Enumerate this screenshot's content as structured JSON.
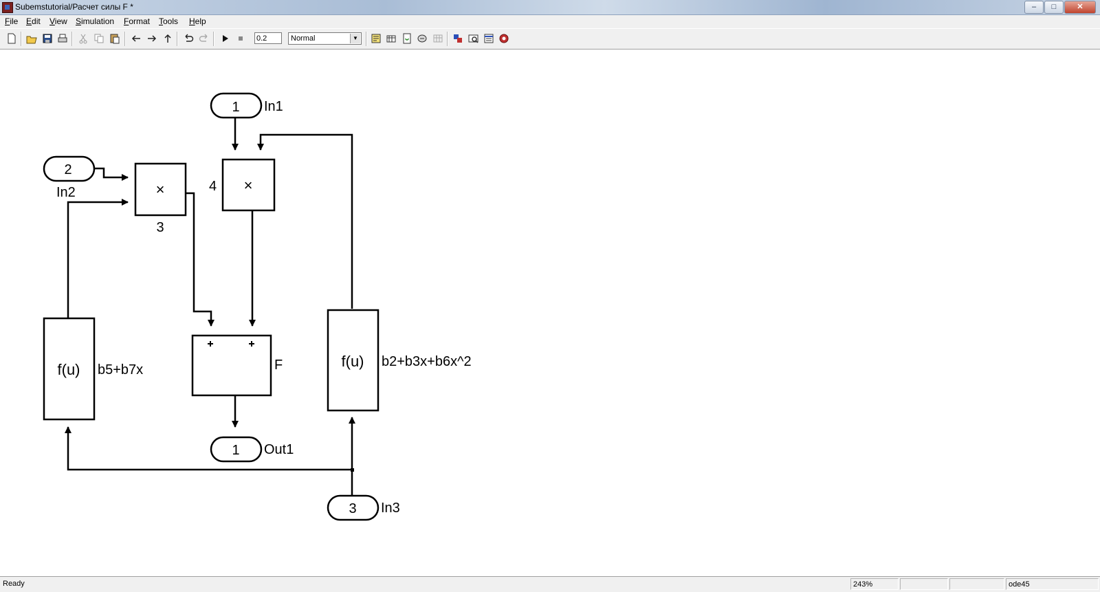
{
  "window": {
    "title": "Subemstutorial/Расчет силы F *",
    "minimize": "–",
    "maximize": "□",
    "close": "✕"
  },
  "menu": [
    {
      "label": "File",
      "key": "F",
      "rest": "ile"
    },
    {
      "label": "Edit",
      "key": "E",
      "rest": "dit"
    },
    {
      "label": "View",
      "key": "V",
      "rest": "iew"
    },
    {
      "label": "Simulation",
      "key": "S",
      "rest": "imulation"
    },
    {
      "label": "Format",
      "key": "F",
      "rest": "ormat"
    },
    {
      "label": "Tools",
      "key": "T",
      "rest": "ools"
    },
    {
      "label": "Help",
      "key": "H",
      "rest": "elp"
    }
  ],
  "toolbar": {
    "icons": [
      "new-model-icon",
      "open-icon",
      "save-icon",
      "print-icon",
      "cut-icon",
      "copy-icon",
      "paste-icon",
      "back-icon",
      "forward-icon",
      "up-icon",
      "undo-icon",
      "redo-icon",
      "start-simulation-icon",
      "stop-simulation-icon",
      "build-icon",
      "update-diagram-icon",
      "refresh-icon",
      "incremental-build-icon",
      "library-browser-icon",
      "model-explorer-icon",
      "debugger-icon",
      "sample-time-icon",
      "model-advisor-icon"
    ],
    "stop_time": "0.2",
    "sim_mode": "Normal"
  },
  "diagram": {
    "blocks": {
      "in1": {
        "port": "1",
        "name": "In1"
      },
      "in2": {
        "port": "2",
        "name": "In2"
      },
      "in3": {
        "port": "3",
        "name": "In3"
      },
      "out1": {
        "port": "1",
        "name": "Out1"
      },
      "product3": {
        "symbol": "×",
        "name": "3"
      },
      "product4": {
        "symbol": "×",
        "name": "4"
      },
      "sum": {
        "signs": "+ +",
        "name": "F"
      },
      "fcn_left": {
        "label": "f(u)",
        "name": "b5+b7x"
      },
      "fcn_right": {
        "label": "f(u)",
        "name": "b2+b3x+b6x^2"
      }
    }
  },
  "status": {
    "ready": "Ready",
    "zoom": "243%",
    "empty1": "",
    "empty2": "",
    "solver": "ode45"
  }
}
